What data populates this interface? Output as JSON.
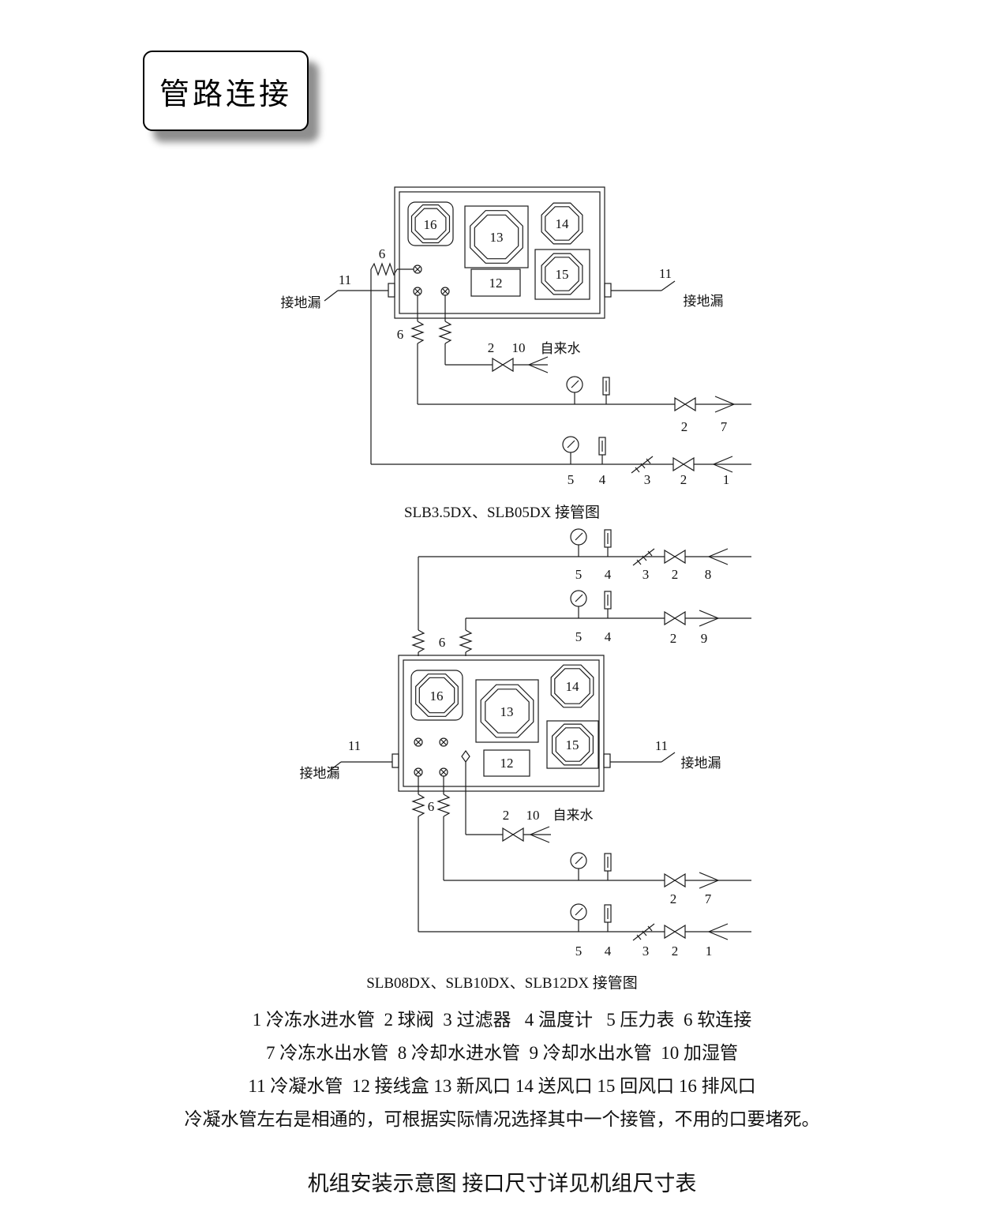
{
  "header": {
    "tab_label": "管路连接"
  },
  "labels": {
    "n1": "1",
    "n2": "2",
    "n3": "3",
    "n4": "4",
    "n5": "5",
    "n6": "6",
    "n7": "7",
    "n8": "8",
    "n9": "9",
    "n10": "10",
    "n11": "11",
    "n12": "12",
    "n13": "13",
    "n14": "14",
    "n15": "15",
    "n16": "16",
    "tap_water": "自来水",
    "floor_drain": "接地漏"
  },
  "captions": {
    "diagram1": "SLB3.5DX、SLB05DX 接管图",
    "diagram2": "SLB08DX、SLB10DX、SLB12DX 接管图"
  },
  "legend": {
    "line1": "1 冷冻水进水管  2 球阀  3 过滤器   4 温度计   5 压力表  6 软连接",
    "line2": "7 冷冻水出水管  8 冷却水进水管  9 冷却水出水管  10 加湿管",
    "line3": "11 冷凝水管  12 接线盒 13 新风口 14 送风口 15 回风口 16 排风口",
    "line4": "冷凝水管左右是相通的，可根据实际情况选择其中一个接管，不用的口要堵死。"
  },
  "footer": {
    "title": "机组安装示意图 接口尺寸详见机组尺寸表"
  }
}
